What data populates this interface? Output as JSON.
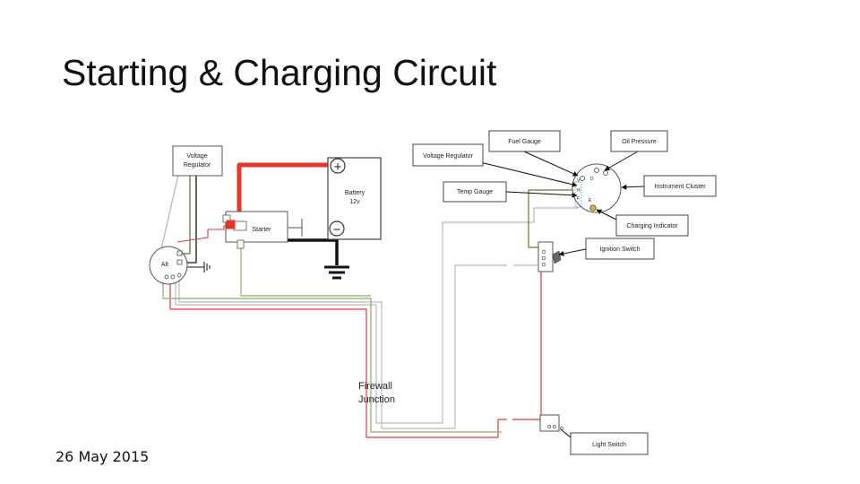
{
  "slide": {
    "title": "Starting & Charging Circuit",
    "date": "26 May 2015"
  },
  "diagram": {
    "components": {
      "voltage_regulator_left": [
        "Voltage",
        "Regulator"
      ],
      "battery": [
        "Battery",
        "12v"
      ],
      "battery_plus": "+",
      "battery_minus": "−",
      "starter": "Starter",
      "alternator": "Alt",
      "firewall_junction": [
        "Firewall",
        "Junction"
      ]
    },
    "callouts": {
      "fuel_gauge": "Fuel Gauge",
      "oil_pressure": "Oil Pressure",
      "voltage_regulator": "Voltage Regulator",
      "temp_gauge": "Temp Gauge",
      "instrument_cluster": "Instrument Cluster",
      "charging_indicator": "Charging Indicator",
      "ignition_switch": "Ignition Switch",
      "light_switch": "Light Switch"
    },
    "cluster_terminals": {
      "d": "D",
      "v": "V",
      "h": "H",
      "f": "F",
      "e": "E"
    },
    "wire_colors": {
      "battery_cable": "#e8352b",
      "ground": "#111111",
      "red_wire": "#e23b3b",
      "green_wire": "#8fae63",
      "grey_wire": "#b9b9b9",
      "olive_wire": "#6f7a2a"
    }
  }
}
